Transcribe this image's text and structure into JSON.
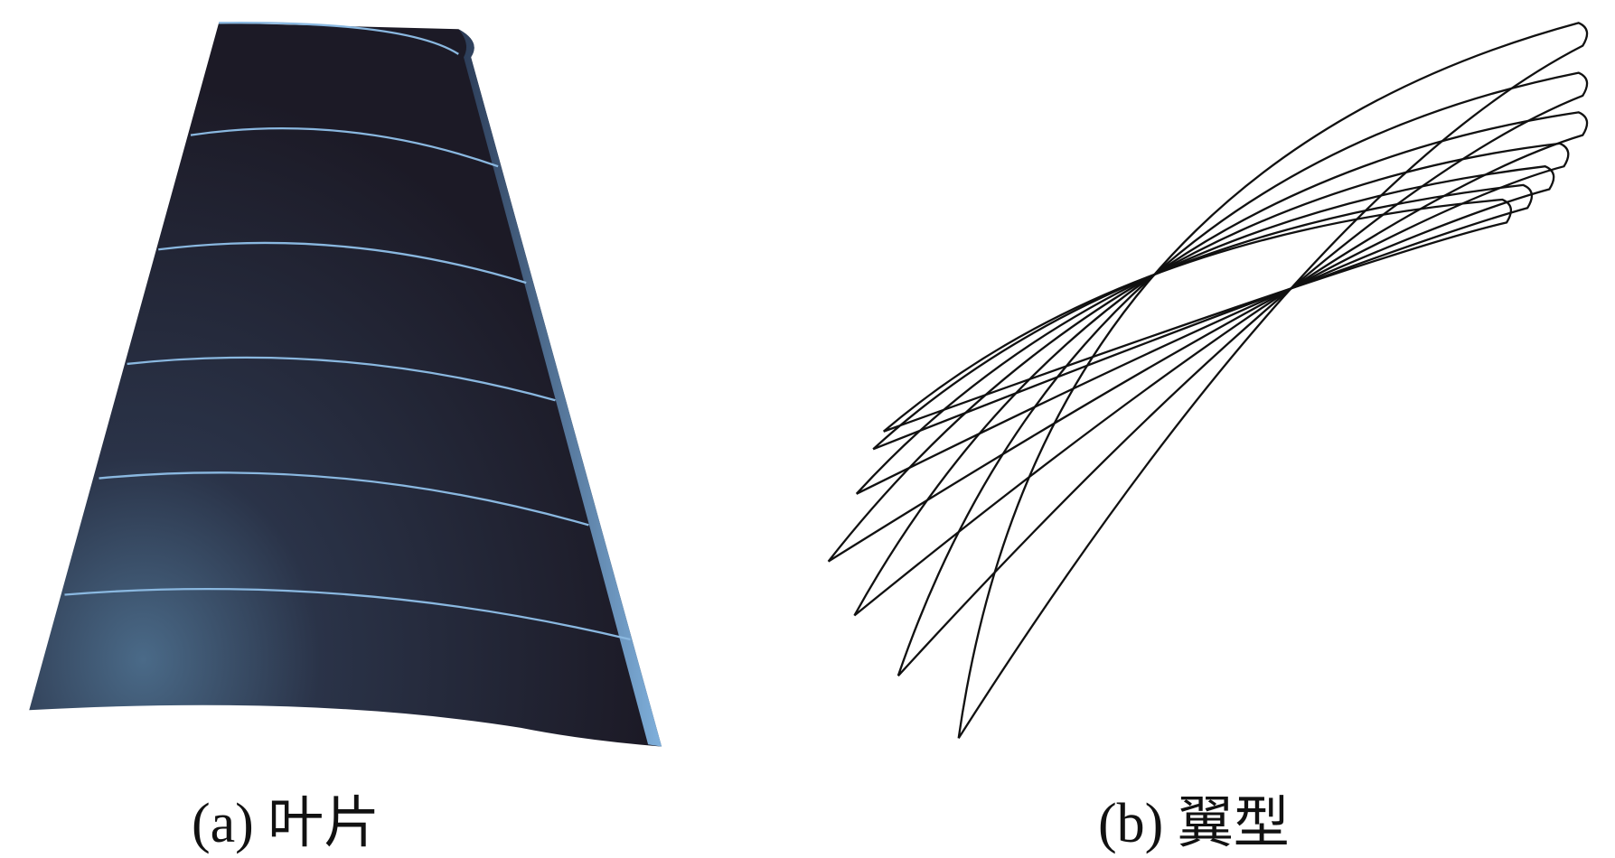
{
  "figure": {
    "panel_a": {
      "caption": "(a) 叶片"
    },
    "panel_b": {
      "caption": "(b) 翼型",
      "profile_count": 7
    },
    "colors": {
      "blade_dark": "#1c1a26",
      "blade_highlight": "#4a6a88",
      "section_line": "#8ab8e0",
      "airfoil_stroke": "#111111"
    }
  }
}
